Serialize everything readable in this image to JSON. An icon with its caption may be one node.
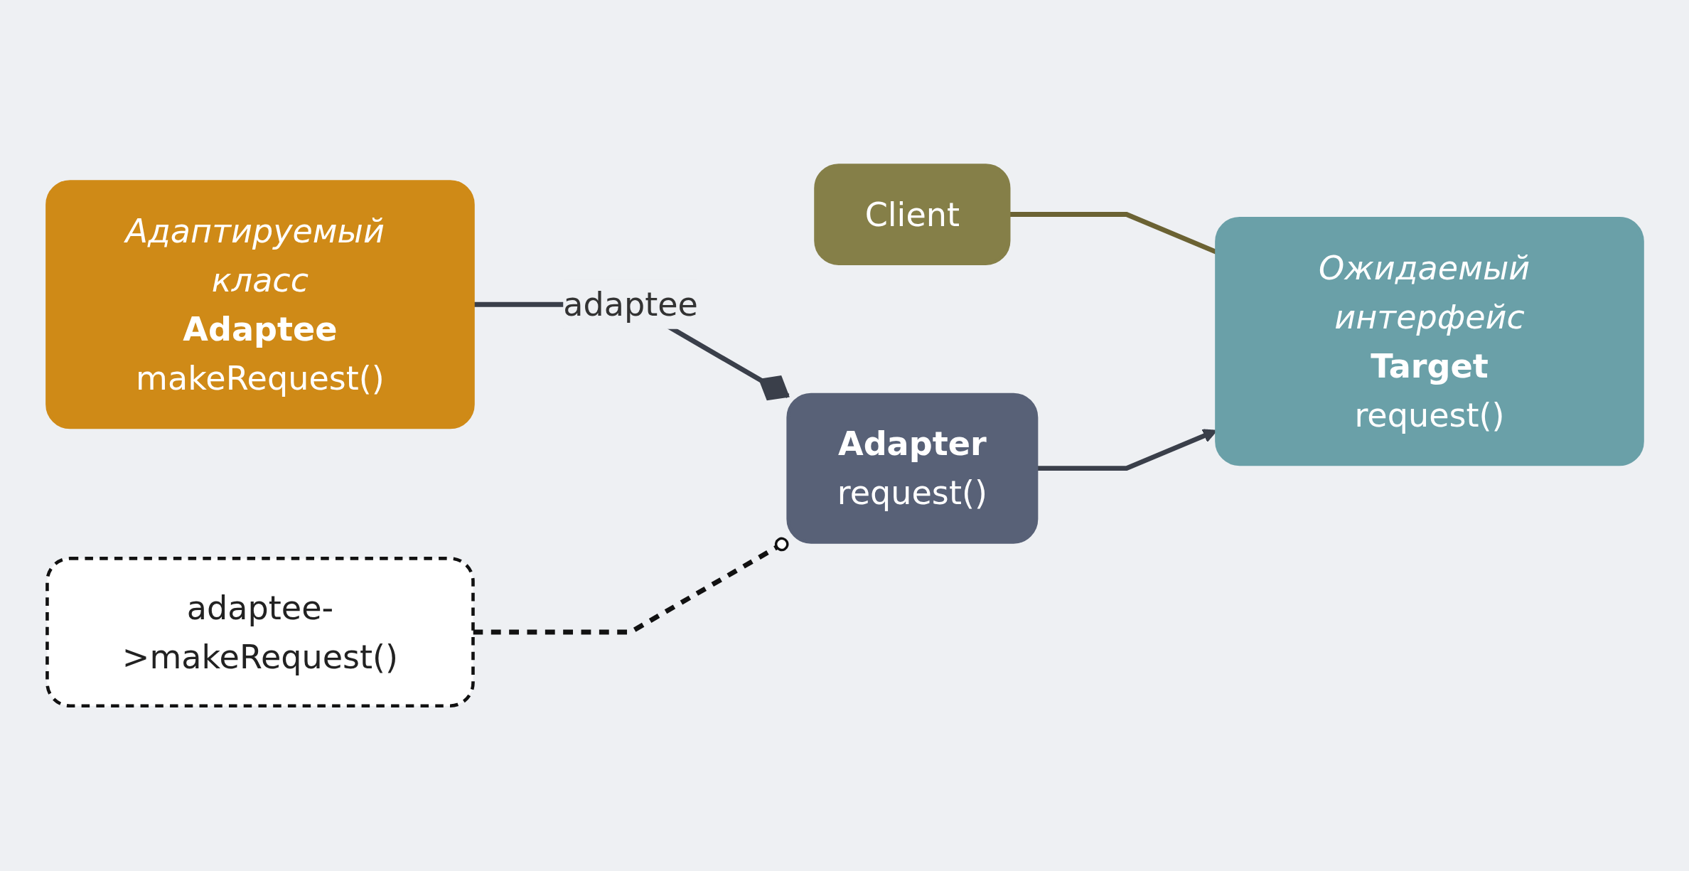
{
  "diagram": {
    "nodes": [
      {
        "text": [
          "Client"
        ]
      },
      {
        "text": [
          "Ожидаемый интерфейс",
          "Target",
          "request()"
        ]
      },
      {
        "text": [
          "Адаптируемый класс",
          "Adaptee",
          "makeRequest()"
        ]
      },
      {
        "text": [
          "Adapter",
          "request()"
        ]
      },
      {
        "text": [
          "adaptee->makeRequest()"
        ]
      }
    ],
    "edges": [
      {
        "from": 0,
        "to": 1,
        "arrow": "none",
        "color": "#6b6233"
      },
      {
        "from": 3,
        "to": 1,
        "arrow": "to"
      },
      {
        "from": 2,
        "to": 3,
        "arrow": "other",
        "label": "adaptee"
      },
      {
        "from": 4,
        "to": 3,
        "arrow": "other",
        "style": "dashed",
        "color": "#111111"
      }
    ]
  }
}
